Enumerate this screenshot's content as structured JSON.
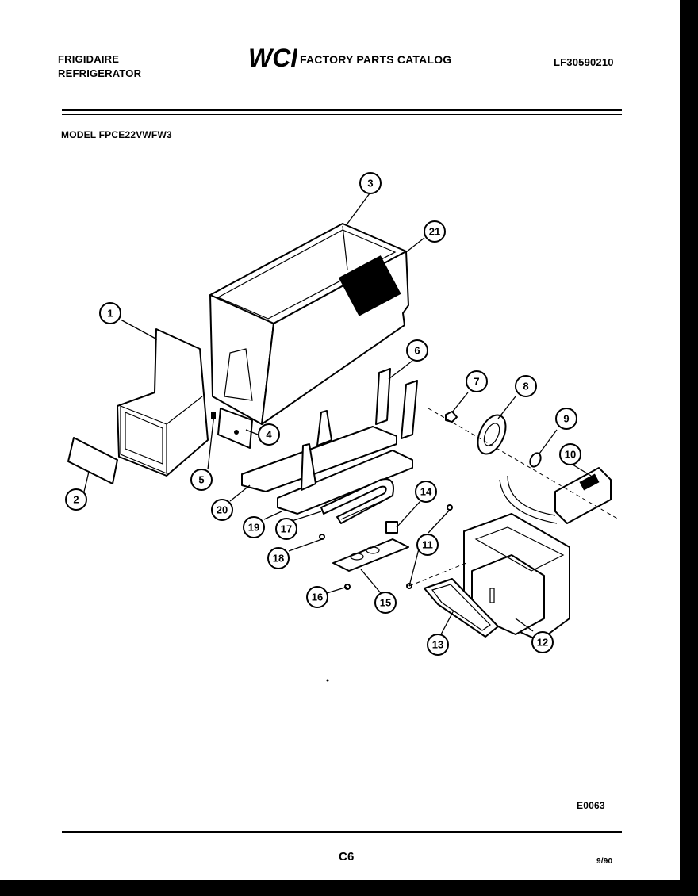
{
  "header": {
    "brand_line1": "FRIGIDAIRE",
    "brand_line2": "REFRIGERATOR",
    "logo_text": "WCI",
    "catalog_title": "FACTORY PARTS CATALOG",
    "catalog_number": "LF30590210"
  },
  "model": "MODEL FPCE22VWFW3",
  "diagram": {
    "callouts": [
      "3",
      "21",
      "1",
      "6",
      "7",
      "8",
      "9",
      "10",
      "4",
      "5",
      "2",
      "20",
      "14",
      "19",
      "17",
      "11",
      "18",
      "16",
      "15",
      "13",
      "12"
    ]
  },
  "footer": {
    "drawing_code": "E0063",
    "page_number": "C6",
    "revision_date": "9/90"
  }
}
